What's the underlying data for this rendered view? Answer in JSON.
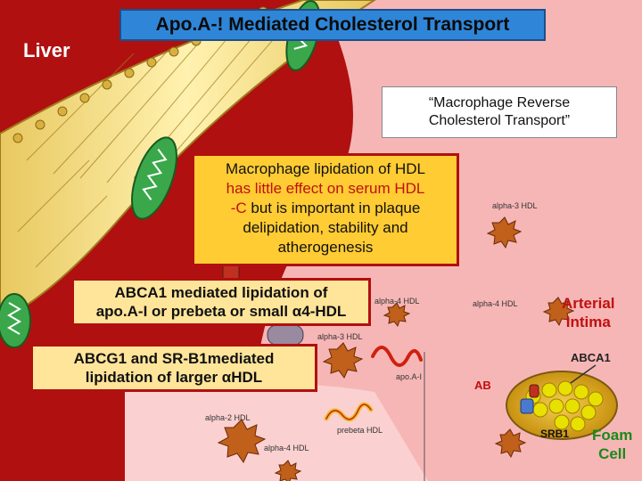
{
  "title": "Apo.A-! Mediated Cholesterol Transport",
  "liver_label": "Liver",
  "rct_label_line1": "“Macrophage Reverse",
  "rct_label_line2": "Cholesterol Transport”",
  "lipidation_box": {
    "line1": "Macrophage lipidation of HDL",
    "line2_red": "has little effect on serum HDL",
    "line3_red": "-C",
    "line3_rest": " but is important in plaque",
    "line4": "delipidation, stability and",
    "line5": "atherogenesis"
  },
  "abca1_box": {
    "line1": "ABCA1 mediated lipidation of",
    "line2": "apo.A-I or prebeta or small α4-HDL"
  },
  "abcg1_box": {
    "line1": "ABCG1 and SR-B1mediated",
    "line2": "lipidation of larger αHDL"
  },
  "particle_labels": {
    "alpha3_top": "alpha-3 HDL",
    "alpha4_mid": "alpha-4 HDL",
    "alpha4_right": "alpha-4 HDL",
    "alpha3_mid": "alpha-3 HDL",
    "apoa1": "apo.A-I",
    "alpha2": "alpha-2 HDL",
    "prebeta": "prebeta HDL",
    "alpha4_bottom": "alpha-4 HDL"
  },
  "arterial_line1": "Arterial",
  "arterial_line2": "Intima",
  "abca1_label": "ABCA1",
  "ab_label": "AB",
  "srb1_label": "SRB1",
  "foam_line1": "Foam",
  "foam_line2": "Cell",
  "colors": {
    "liver_bg": "#b01010",
    "intima_bg": "#f7b6b6",
    "title_bg": "#2f86d8",
    "info_box": "#ffcc33",
    "transporter_box": "#ffe59a",
    "particle": "#c0601a",
    "foam_cell": "#d8a020"
  }
}
